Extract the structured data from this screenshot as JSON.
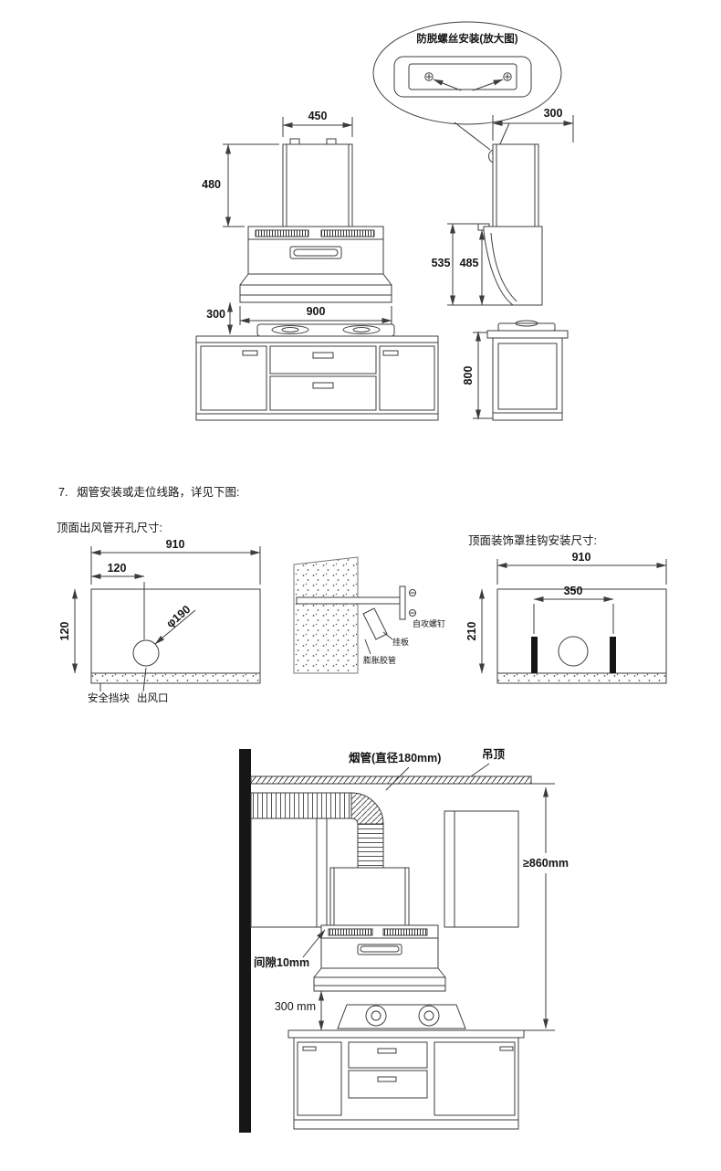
{
  "top_diagram": {
    "callout_label": "防脱螺丝安装(放大图)",
    "front": {
      "dim_top_width": "450",
      "dim_chimney_height": "480",
      "dim_hood_width": "900",
      "dim_gap": "300"
    },
    "side": {
      "dim_top_depth": "300",
      "dim_total_height": "535",
      "dim_body_height": "485",
      "dim_cabinet_height": "800"
    }
  },
  "section7": {
    "number": "7.",
    "title": "烟管安装或走位线路，详见下图:"
  },
  "duct_opening": {
    "title": "顶面出风管开孔尺寸:",
    "dim_width": "910",
    "dim_offset": "120",
    "dim_depth": "120",
    "dim_diameter": "φ190",
    "label_safety_block": "安全挡块",
    "label_outlet": "出风口"
  },
  "wall_fixing": {
    "label_screw": "自攻螺钉",
    "label_plate": "挂板",
    "label_anchor": "膨胀胶管"
  },
  "hook_mount": {
    "title": "顶面装饰罩挂钩安装尺寸:",
    "dim_width": "910",
    "dim_hook_spacing": "350",
    "dim_height": "210"
  },
  "installation": {
    "label_duct": "烟管(直径180mm)",
    "label_ceiling": "吊顶",
    "dim_min_height": "≥860mm",
    "label_gap": "间隙10mm",
    "dim_hood_to_counter": "300 mm"
  }
}
